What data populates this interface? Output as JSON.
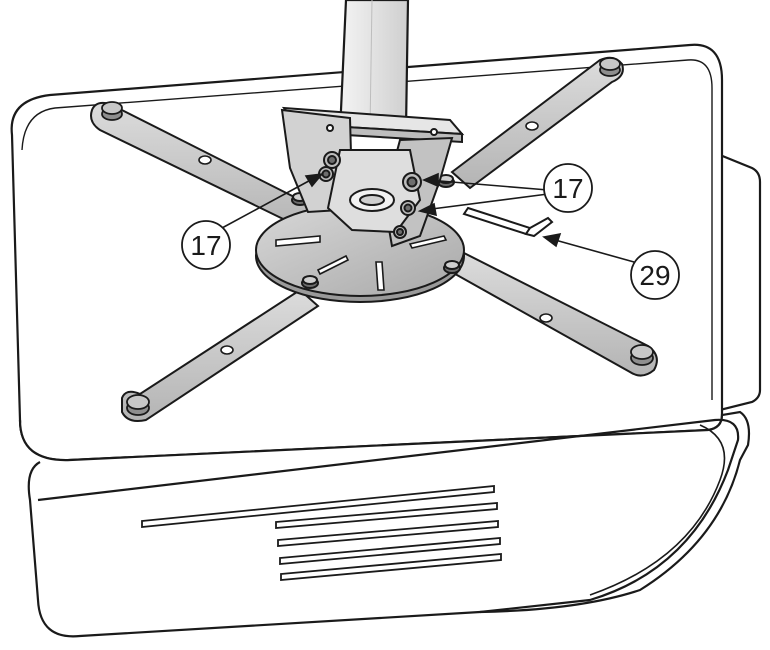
{
  "colors": {
    "ink": "#1a1a1a",
    "metal": "#c8c8c8",
    "metal_light": "#e4e4e4",
    "metal_dark": "#8e8e8e",
    "body": "#ffffff"
  },
  "callouts": [
    {
      "id": "screw-left",
      "label": "17"
    },
    {
      "id": "screw-right",
      "label": "17"
    },
    {
      "id": "hex-key",
      "label": "29"
    }
  ]
}
